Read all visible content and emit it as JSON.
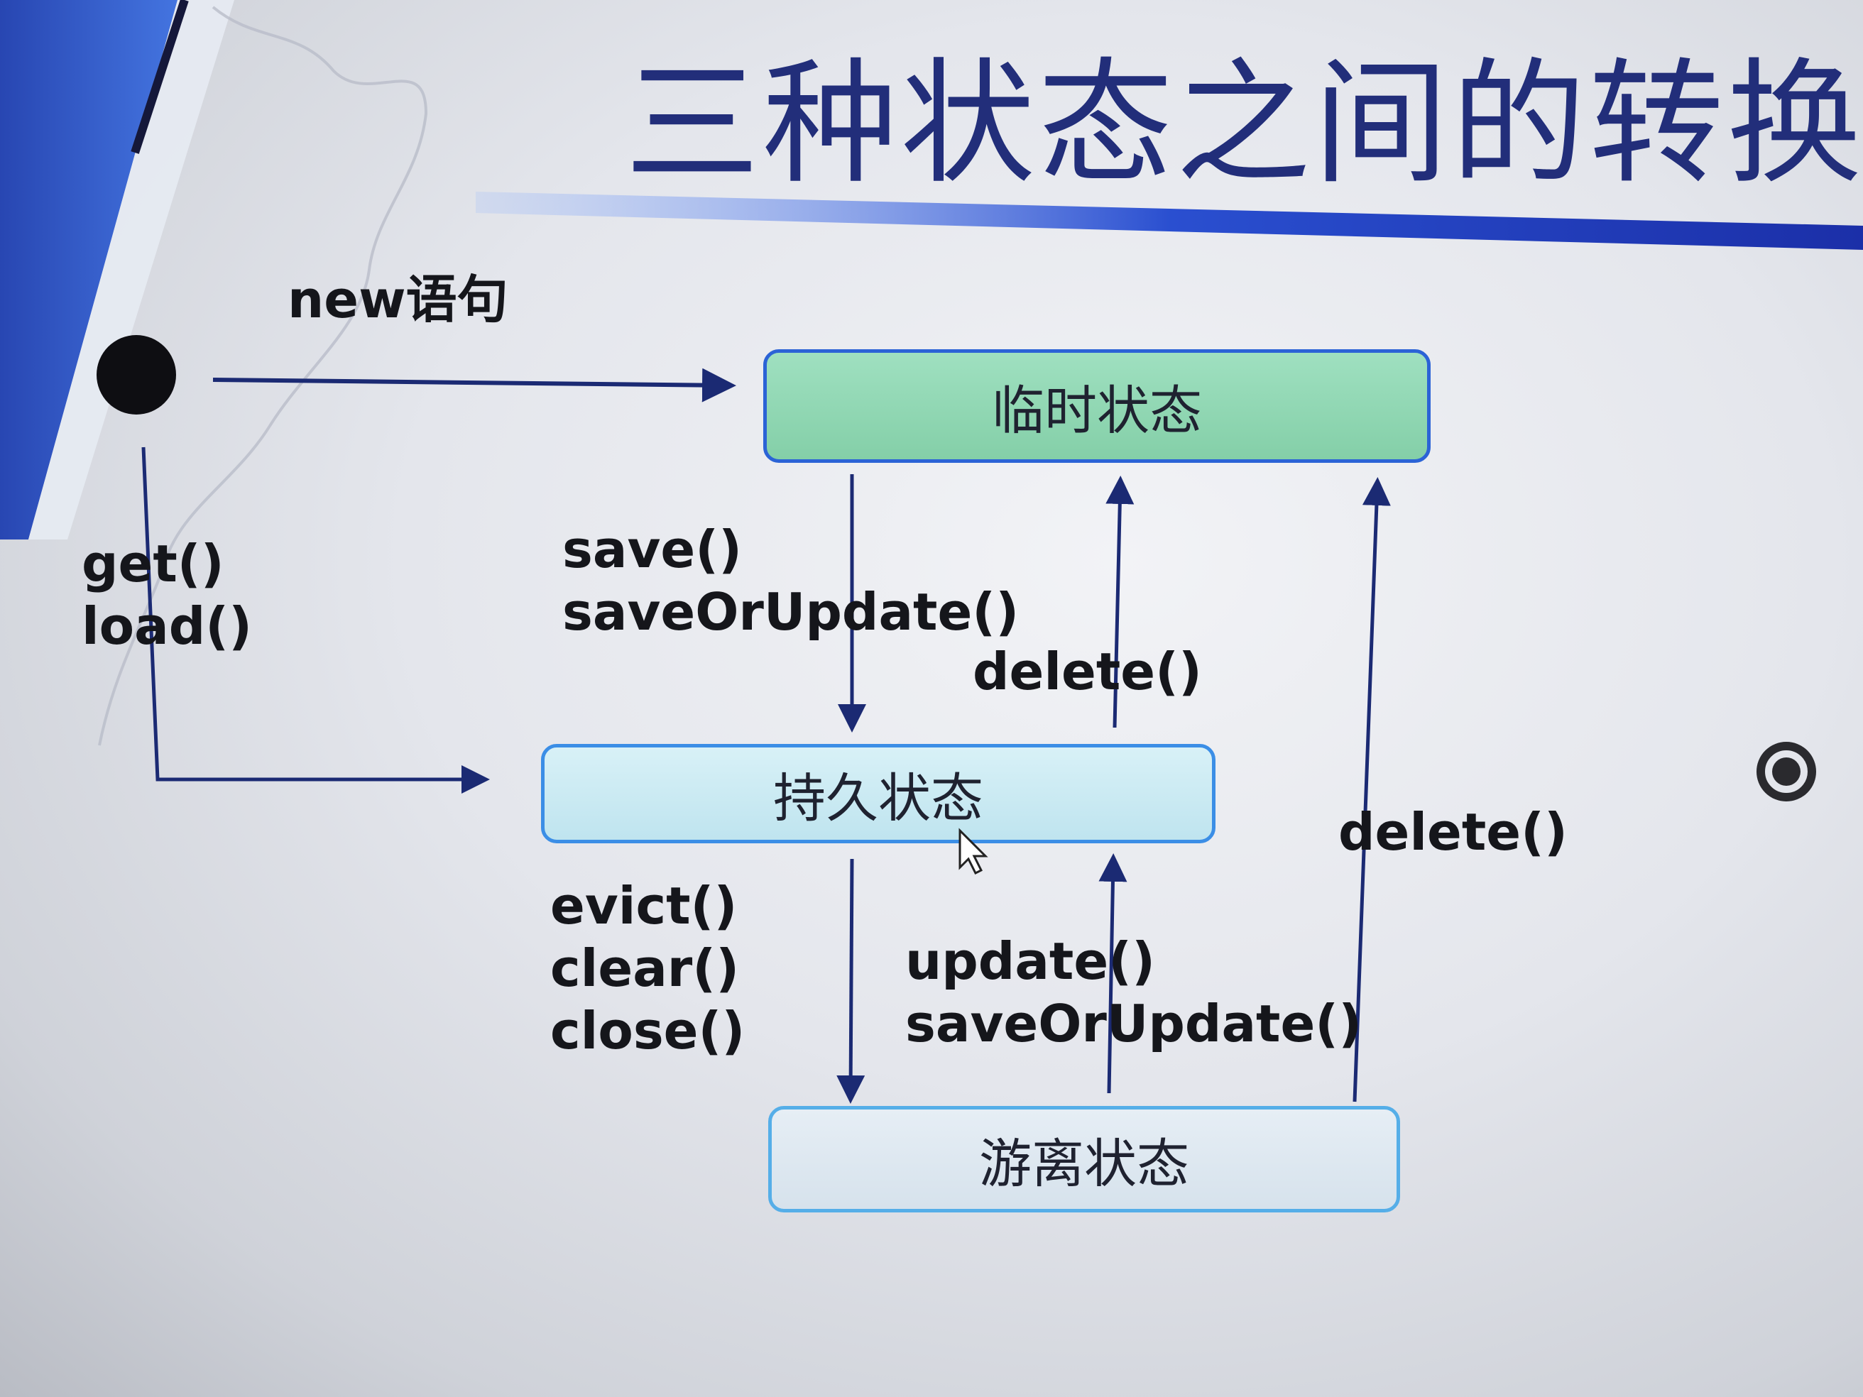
{
  "slide": {
    "title": "三种状态之间的转换"
  },
  "states": {
    "transient": "临时状态",
    "persistent": "持久状态",
    "detached": "游离状态"
  },
  "transitions": {
    "new": "new语句",
    "get_load": [
      "get()",
      "load()"
    ],
    "save": [
      "save()",
      "saveOrUpdate()"
    ],
    "delete_to_transient": "delete()",
    "evict": [
      "evict()",
      "clear()",
      "close()"
    ],
    "update": [
      "update()",
      "saveOrUpdate()"
    ],
    "delete_from_detached": "delete()"
  },
  "colors": {
    "title": "#222e7a",
    "arrow": "#1b2a73",
    "transient_fill": "#8fd6b2",
    "persistent_fill": "#cdeaf3",
    "detached_fill": "#dfe8f1",
    "box_border": "#2e6fe0",
    "sidebar": "#2a56c6"
  }
}
